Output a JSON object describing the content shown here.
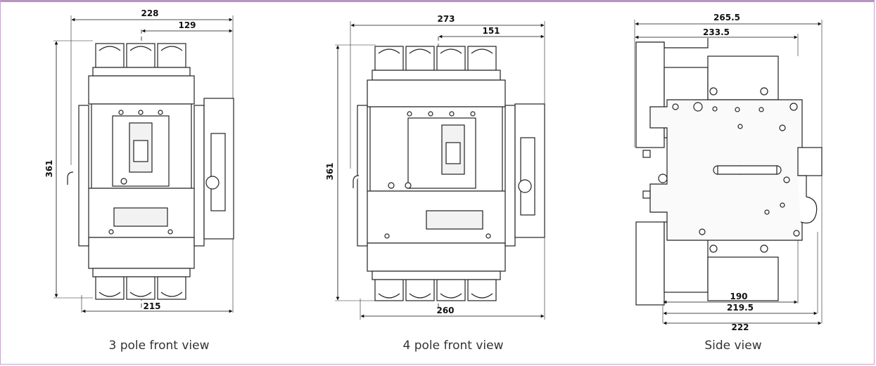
{
  "views": [
    {
      "caption": "3 pole front view",
      "dims": {
        "top_width": "228",
        "top_half": "129",
        "height": "361",
        "bottom_width": "215"
      }
    },
    {
      "caption": "4 pole front view",
      "dims": {
        "top_width": "273",
        "top_half": "151",
        "height": "361",
        "bottom_width": "260"
      }
    },
    {
      "caption": "Side view",
      "dims": {
        "top_width": "265.5",
        "top_inner": "233.5",
        "bottom_a": "190",
        "bottom_b": "219.5",
        "bottom_c": "222"
      }
    }
  ],
  "colors": {
    "frame_border": "#b893c2",
    "line": "#222222",
    "fill_light": "#f2f2f2"
  }
}
